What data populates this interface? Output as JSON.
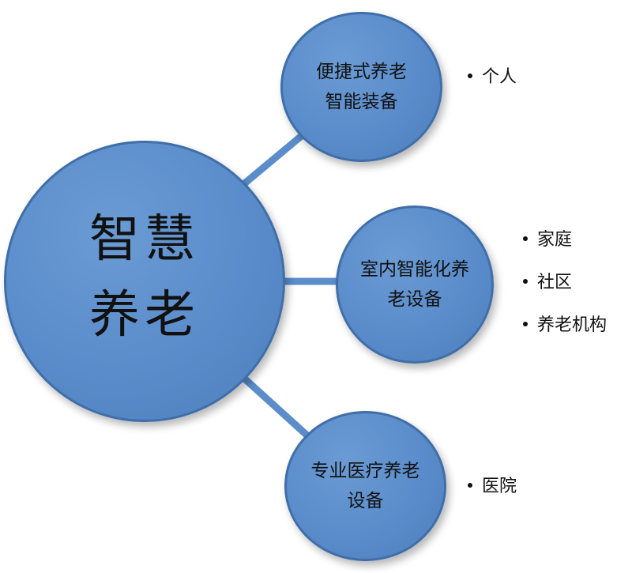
{
  "center": {
    "label": "智慧养老",
    "color": "#5b8dcb"
  },
  "branches": [
    {
      "label": "便捷式养老智能装备",
      "items": [
        "个人"
      ]
    },
    {
      "label": "室内智能化养老设备",
      "items": [
        "家庭",
        "社区",
        "养老机构"
      ]
    },
    {
      "label": "专业医疗养老设备",
      "items": [
        "医院"
      ]
    }
  ],
  "colors": {
    "node_fill": "#5b8dcb",
    "node_border": "#3f6ea9",
    "connector": "#5b8dcb",
    "text": "#111111"
  }
}
